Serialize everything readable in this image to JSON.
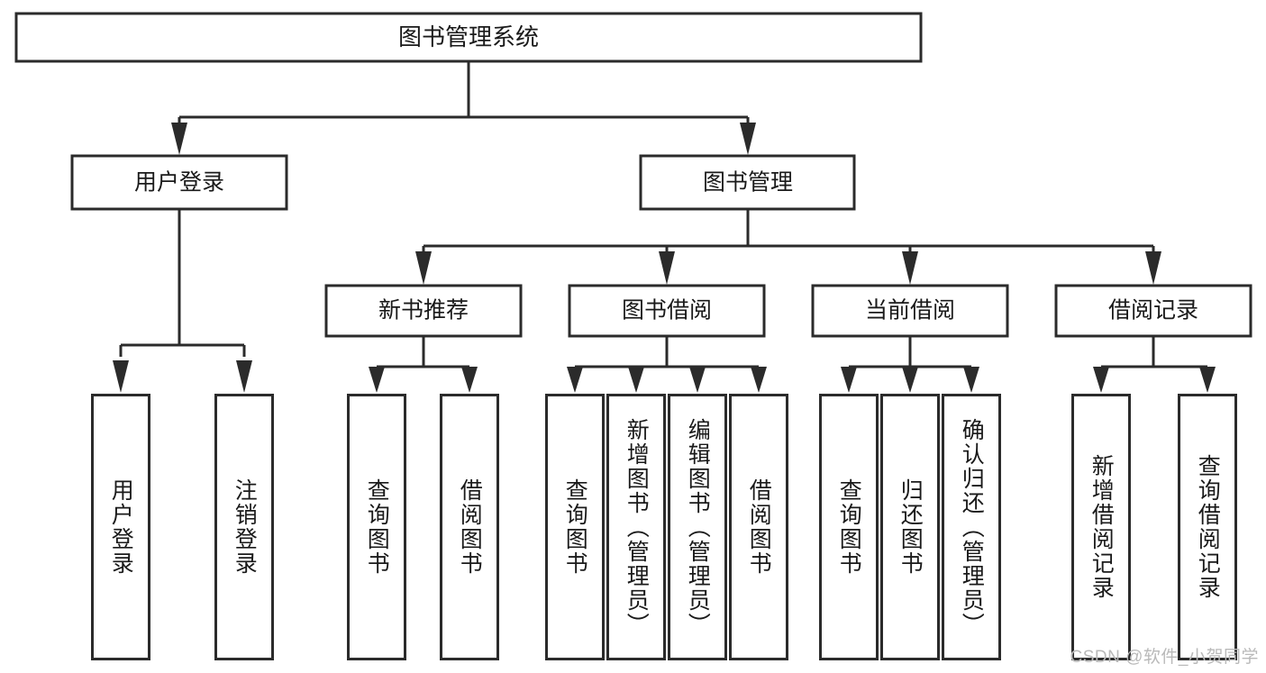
{
  "diagram": {
    "title": "图书管理系统",
    "type": "hierarchy-tree",
    "orientation": "top-down",
    "colors": {
      "box_stroke": "#2b2b2b",
      "box_fill": "#ffffff",
      "text": "#1a1a1a",
      "connector": "#2b2b2b",
      "canvas": "#ffffff",
      "watermark": "#b9b9b9"
    },
    "root": {
      "id": "root",
      "label": "图书管理系统"
    },
    "level2": [
      {
        "id": "user-login",
        "label": "用户登录"
      },
      {
        "id": "book-manage",
        "label": "图书管理"
      }
    ],
    "level3": [
      {
        "id": "new-book-recommend",
        "label": "新书推荐",
        "parent": "book-manage"
      },
      {
        "id": "book-borrow",
        "label": "图书借阅",
        "parent": "book-manage"
      },
      {
        "id": "current-borrow",
        "label": "当前借阅",
        "parent": "book-manage"
      },
      {
        "id": "borrow-record",
        "label": "借阅记录",
        "parent": "book-manage"
      }
    ],
    "leaves": [
      {
        "id": "leaf-user-login",
        "label": "用户登录",
        "parent": "user-login"
      },
      {
        "id": "leaf-user-logout",
        "label": "注销登录",
        "parent": "user-login"
      },
      {
        "id": "leaf-query-book-1",
        "label": "查询图书",
        "parent": "new-book-recommend"
      },
      {
        "id": "leaf-borrow-book-1",
        "label": "借阅图书",
        "parent": "new-book-recommend"
      },
      {
        "id": "leaf-query-book-2",
        "label": "查询图书",
        "parent": "book-borrow"
      },
      {
        "id": "leaf-add-book",
        "label": "新增图书（管理员）",
        "parent": "book-borrow"
      },
      {
        "id": "leaf-edit-book",
        "label": "编辑图书（管理员）",
        "parent": "book-borrow"
      },
      {
        "id": "leaf-borrow-book-2",
        "label": "借阅图书",
        "parent": "book-borrow"
      },
      {
        "id": "leaf-query-book-3",
        "label": "查询图书",
        "parent": "current-borrow"
      },
      {
        "id": "leaf-return-book",
        "label": "归还图书",
        "parent": "current-borrow"
      },
      {
        "id": "leaf-confirm-return",
        "label": "确认归还（管理员）",
        "parent": "current-borrow"
      },
      {
        "id": "leaf-add-record",
        "label": "新增借阅记录",
        "parent": "borrow-record"
      },
      {
        "id": "leaf-query-record",
        "label": "查询借阅记录",
        "parent": "borrow-record"
      }
    ],
    "watermark": "CSDN @软件_小贺同学"
  }
}
